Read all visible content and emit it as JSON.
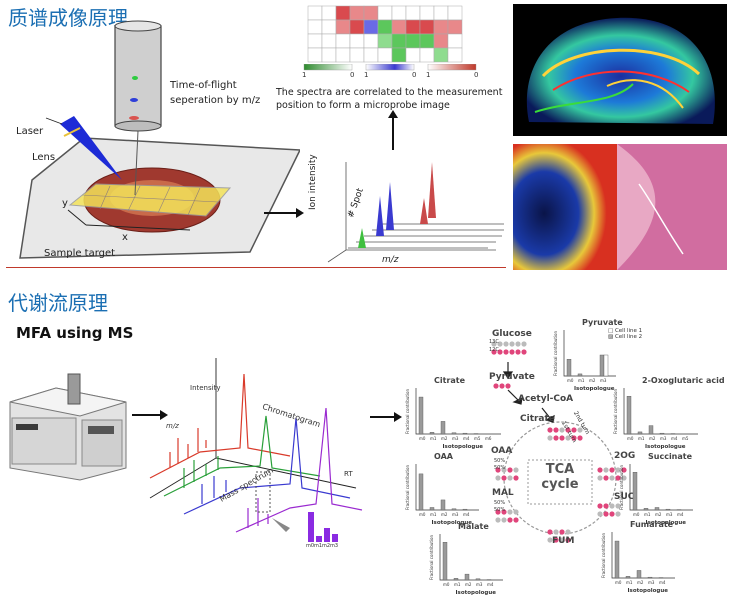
{
  "section1": {
    "title": "质谱成像原理",
    "tof_label": "Time-of-flight seperation by m/z",
    "tof_line1": "Time-of-flight",
    "tof_line2": "seperation by m/z",
    "laser": "Laser",
    "lens": "Lens",
    "axis_y": "y",
    "axis_x": "x",
    "sample_target": "Sample target",
    "ion_intensity": "Ion intensity",
    "spot": "# Spot",
    "mz": "m/z",
    "scale_labels": [
      "1",
      "0",
      "1",
      "0",
      "1",
      "0"
    ],
    "caption_line1": "The spectra are correlated to the measurement",
    "caption_line2": "position to form a microprobe image"
  },
  "section2": {
    "title": "代谢流原理",
    "subtitle": "MFA using MS",
    "ms_labels": {
      "intensity": "Intensity",
      "mz": "m/z",
      "chromatogram": "Chromatogram",
      "mass_spectrum": "Mass spectrum",
      "rt": "RT"
    },
    "small_bar_ticks": [
      "m0",
      "m1",
      "m2",
      "m3"
    ],
    "pathway": {
      "glucose": "Glucose",
      "pyruvate": "Pyruvate",
      "acetyl_coa": "Acetyl-CoA",
      "citrate": "Citrate",
      "oaa": "OAA",
      "mal": "MAL",
      "tca1": "TCA",
      "tca2": "cycle",
      "og": "2OG",
      "suc": "SUC",
      "fum": "FUM",
      "turn1": "1st turn",
      "turn2": "2nd turn",
      "c13": "13C",
      "c12": "12C",
      "pct": [
        "50%",
        "50%",
        "50%",
        "50%"
      ]
    },
    "panels": {
      "pyruvate": {
        "title": "Pyruvate",
        "legend": [
          "Cell line 1",
          "Cell line 2"
        ]
      },
      "citrate": {
        "title": "Citrate"
      },
      "og": {
        "title": "2-Oxoglutaric acid"
      },
      "oaa": {
        "title": "OAA"
      },
      "succinate": {
        "title": "Succinate"
      },
      "malate": {
        "title": "Malate"
      },
      "fumarate": {
        "title": "Fumarate"
      }
    },
    "ylabel": "Fractional contribution (%)",
    "xlabel": "Isotopologue",
    "iso_ticks": [
      "m0",
      "m1",
      "m2",
      "m3",
      "m4",
      "m5",
      "m6"
    ]
  },
  "colors": {
    "title_blue": "#1b6fb3",
    "heat_red": "#d9534f",
    "heat_green": "#5cb85c",
    "peak_blue": "#3a3ad0",
    "pink": "#e0457b",
    "purple": "#8a2be2"
  }
}
